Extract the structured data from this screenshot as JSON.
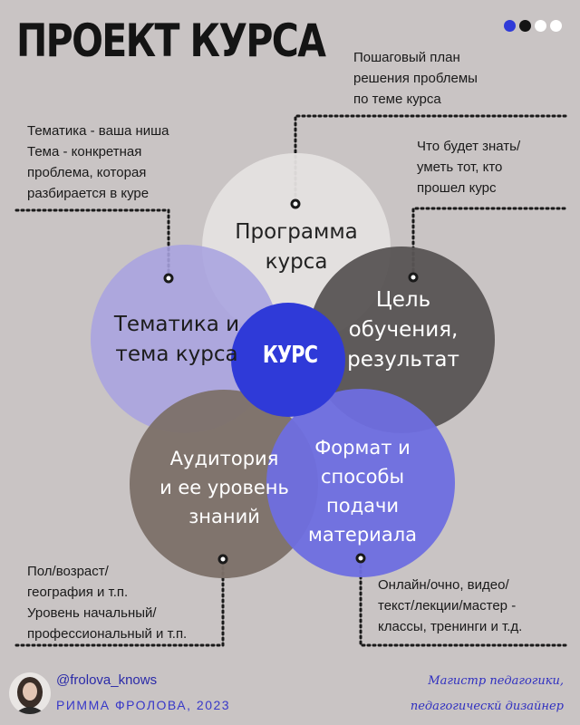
{
  "title": "ПРОЕКТ КУРСА",
  "header_dots": [
    "#2f3ad8",
    "#141414",
    "#ffffff",
    "#ffffff"
  ],
  "notes": {
    "program": "Пошаговый план\nрешения проблемы\nпо теме курса",
    "topic": "Тематика - ваша ниша\nТема - конкретная\nпроблема, которая\nразбирается в куре",
    "goal": "Что будет знать/\nуметь тот, кто\nпрошел курс",
    "audience": "Пол/возраст/\nгеография и т.п.\nУровень начальный/\nпрофессиональный и т.п.",
    "format": "Онлайн/очно, видео/\nтекст/лекции/мастер -\nклассы, тренинги и т.д."
  },
  "circles": {
    "program": {
      "label": "Программа\nкурса",
      "color": "#e5e2e0"
    },
    "topic": {
      "label": "Тематика и\nтема курса",
      "color": "#a9a3e0"
    },
    "goal": {
      "label": "Цель\nобучения,\nрезультат",
      "color": "#585454"
    },
    "audience": {
      "label": "Аудитория\nи ее уровень\nзнаний",
      "color": "#7c7068"
    },
    "format": {
      "label": "Формат и\nспособы\nподачи\nматериала",
      "color": "#6e6ee0"
    },
    "core": {
      "label": "КУРС",
      "color": "#2f3ad8"
    }
  },
  "footer": {
    "handle": "@frolova_knows",
    "author": "РИММА ФРОЛОВА, 2023",
    "tagline": "Магистр педагогики,\nпедагогическй дизайнер"
  }
}
